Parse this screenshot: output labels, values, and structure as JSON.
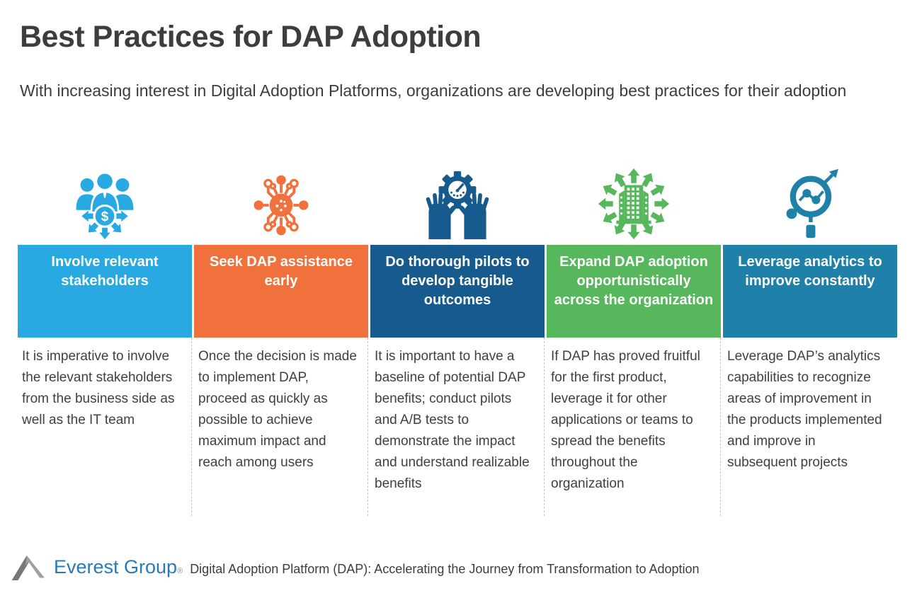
{
  "page": {
    "title": "Best Practices for DAP Adoption",
    "subtitle": "With increasing interest in Digital Adoption Platforms, organizations are developing best practices for their adoption"
  },
  "columns": [
    {
      "icon": "stakeholders-money-icon",
      "color": "#29a9e1",
      "header": "Involve relevant stakeholders",
      "body": "It is imperative to involve the relevant stakeholders from the business side as well as the IT team"
    },
    {
      "icon": "network-hub-icon",
      "color": "#f0713c",
      "header": "Seek DAP assistance early",
      "body": "Once the decision is made to implement DAP, proceed as quickly as possible to achieve maximum impact and reach among users"
    },
    {
      "icon": "hands-gear-gauge-icon",
      "color": "#175a8e",
      "header": "Do thorough pilots to develop tangible outcomes",
      "body": "It is important to have a baseline of potential DAP benefits; conduct pilots and A/B tests to demonstrate the impact and understand realizable benefits"
    },
    {
      "icon": "building-expand-arrows-icon",
      "color": "#56b75c",
      "header": "Expand DAP adoption opportunistically across the organization",
      "body": "If DAP has proved fruitful for the first product, leverage it for other applications or teams to spread the benefits throughout the organization"
    },
    {
      "icon": "analytics-magnifier-icon",
      "color": "#1f81a9",
      "header": "Leverage analytics to improve constantly",
      "body": "Leverage DAP’s analytics capabilities to recognize areas of improvement in the products implemented and improve in subsequent projects"
    }
  ],
  "footer": {
    "brand": "Everest Group",
    "registered": "®",
    "caption": "Digital Adoption Platform (DAP): Accelerating the Journey from Transformation to Adoption"
  },
  "colors": {
    "text": "#3f3f3f",
    "divider": "#c3c3c3",
    "brand_blue": "#2879b8",
    "mountain_dark": "#77777a",
    "mountain_light": "#9fa0a3"
  }
}
